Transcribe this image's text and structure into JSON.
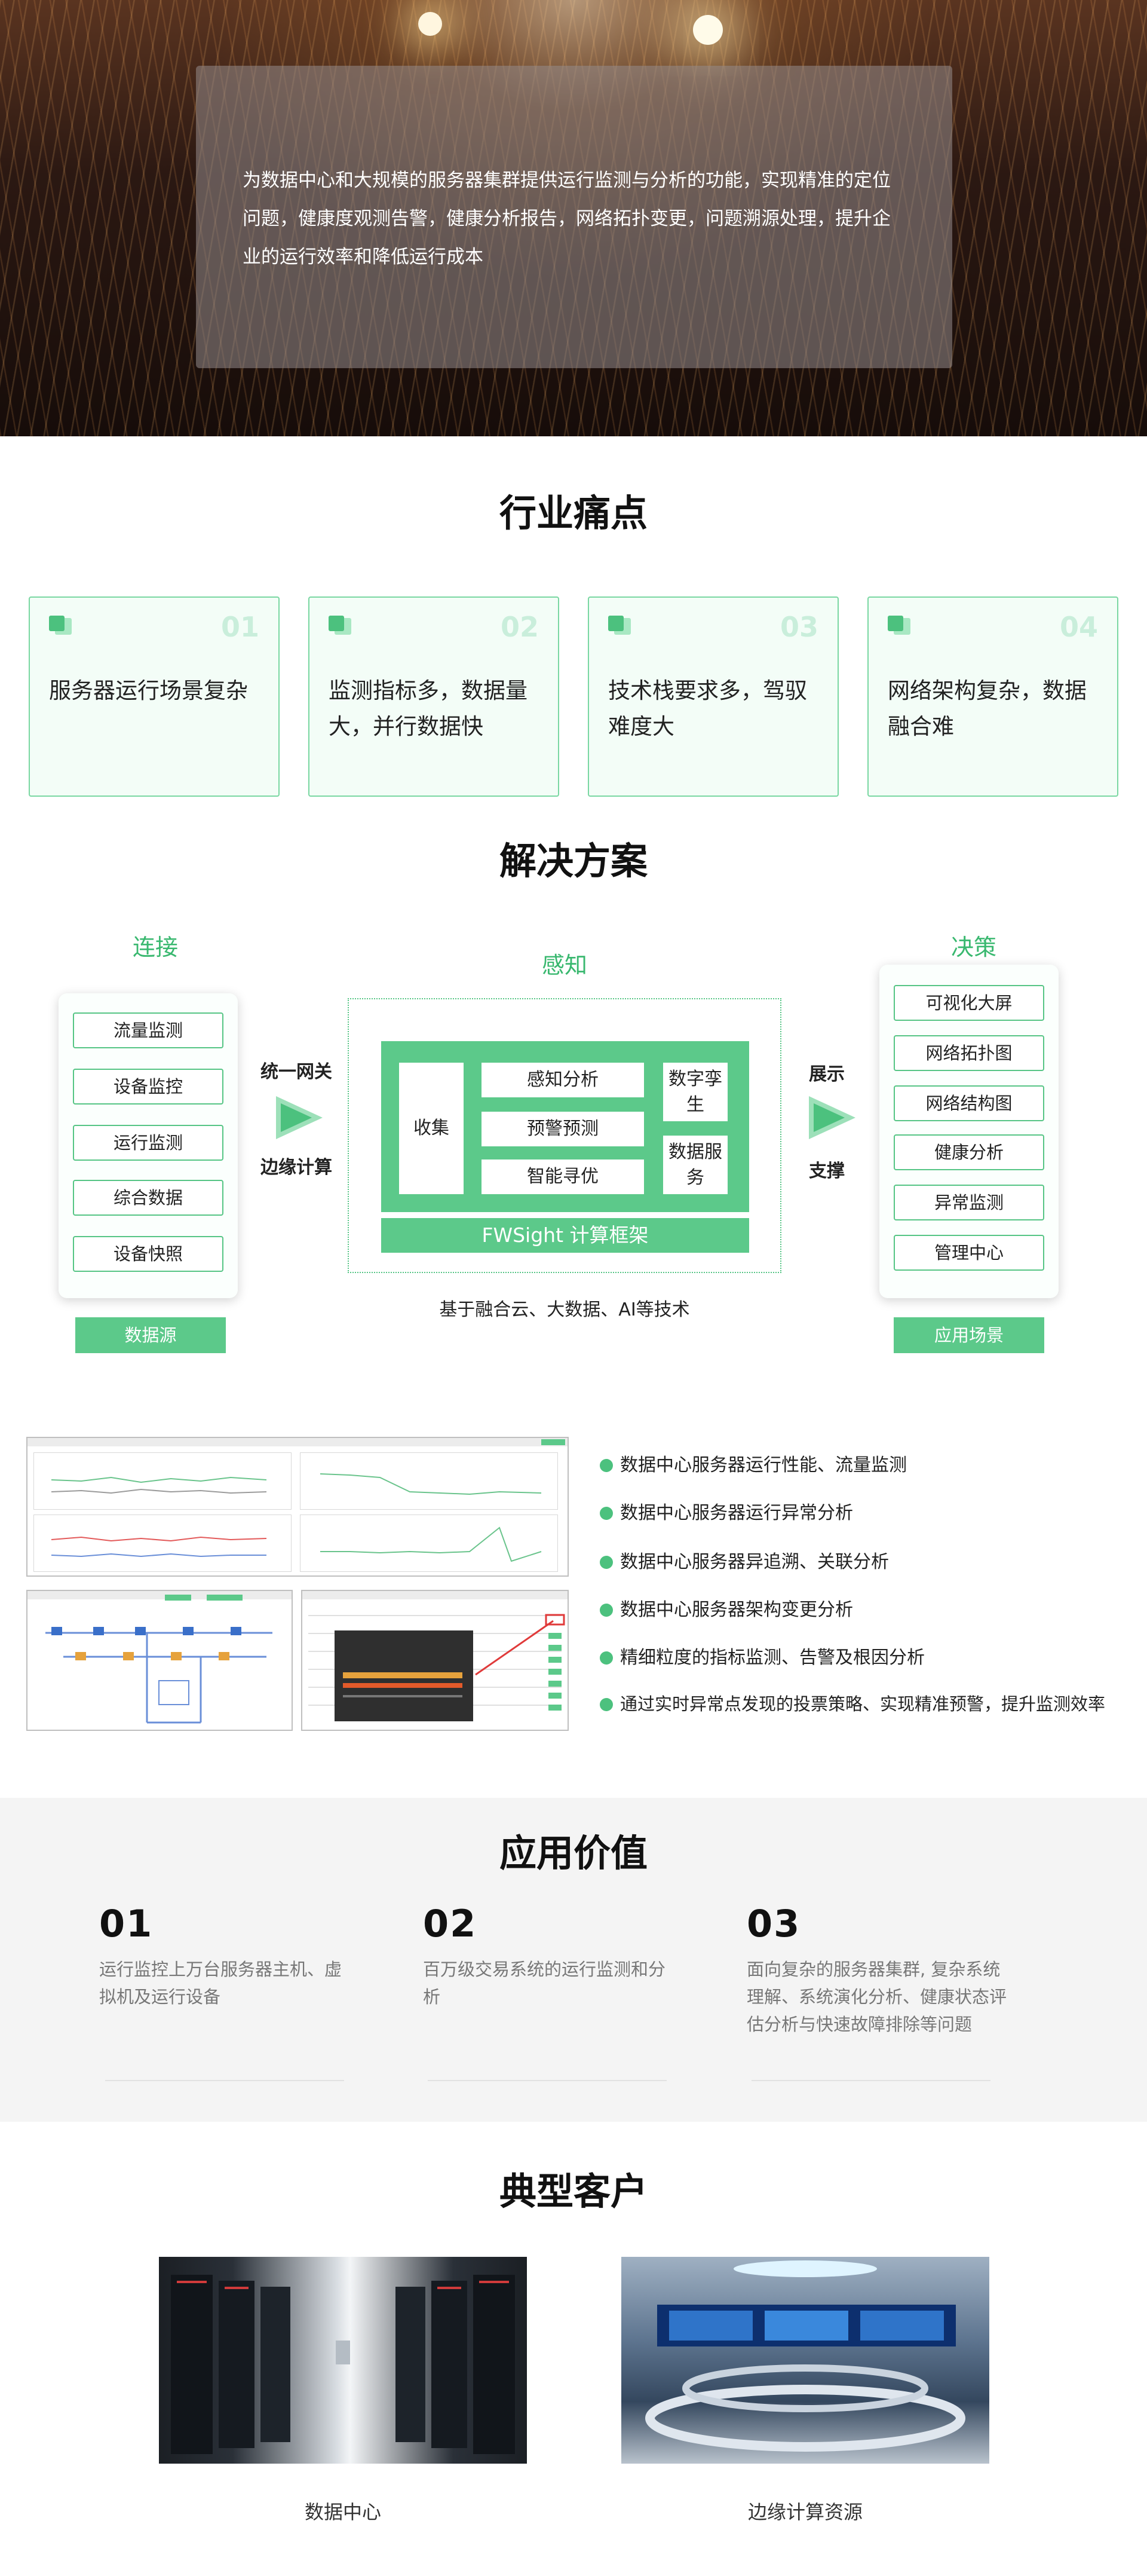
{
  "hero": {
    "description": "为数据中心和大规模的服务器集群提供运行监测与分析的功能，实现精准的定位问题，健康度观测告警，健康分析报告，网络拓扑变更，问题溯源处理，提升企业的运行效率和降低运行成本"
  },
  "pain_points": {
    "title": "行业痛点",
    "cards": [
      {
        "num": "01",
        "text": "服务器运行场景复杂"
      },
      {
        "num": "02",
        "text": "监测指标多，数据量大，并行数据快"
      },
      {
        "num": "03",
        "text": "技术栈要求多，驾驭难度大"
      },
      {
        "num": "04",
        "text": "网络架构复杂，数据融合难"
      }
    ]
  },
  "solution": {
    "title": "解决方案",
    "connect": {
      "title": "连接",
      "items": [
        "流量监测",
        "设备监控",
        "运行监测",
        "综合数据",
        "设备快照"
      ],
      "footer": "数据源"
    },
    "perceive": {
      "title": "感知",
      "collect": "收集",
      "middle": [
        "感知分析",
        "预警预测",
        "智能寻优"
      ],
      "right": [
        "数字孪生",
        "数据服务"
      ],
      "framework": "FWSight 计算框架",
      "note": "基于融合云、大数据、AI等技术"
    },
    "left_arrow": {
      "top": "统一网关",
      "bottom": "边缘计算"
    },
    "right_arrow": {
      "top": "展示",
      "bottom": "支撑"
    },
    "decide": {
      "title": "决策",
      "items": [
        "可视化大屏",
        "网络拓扑图",
        "网络结构图",
        "健康分析",
        "异常监测",
        "管理中心"
      ],
      "footer": "应用场景"
    }
  },
  "features": [
    "数据中心服务器运行性能、流量监测",
    "数据中心服务器运行异常分析",
    "数据中心服务器异追溯、关联分析",
    "数据中心服务器架构变更分析",
    "精细粒度的指标监测、告警及根因分析",
    "通过实时异常点发现的投票策略、实现精准预警，提升监测效率"
  ],
  "value": {
    "title": "应用价值",
    "items": [
      {
        "num": "01",
        "text": "运行监控上万台服务器主机、虚拟机及运行设备"
      },
      {
        "num": "02",
        "text": "百万级交易系统的运行监测和分析"
      },
      {
        "num": "03",
        "text": "面向复杂的服务器集群, 复杂系统理解、系统演化分析、健康状态评估分析与快速故障排除等问题"
      }
    ]
  },
  "customers": {
    "title": "典型客户",
    "items": [
      {
        "label": "数据中心"
      },
      {
        "label": "边缘计算资源"
      }
    ]
  },
  "colors": {
    "accent": "#4cc17e",
    "accent_light": "#5cc98a",
    "card_bg": "#f3fdf7"
  }
}
